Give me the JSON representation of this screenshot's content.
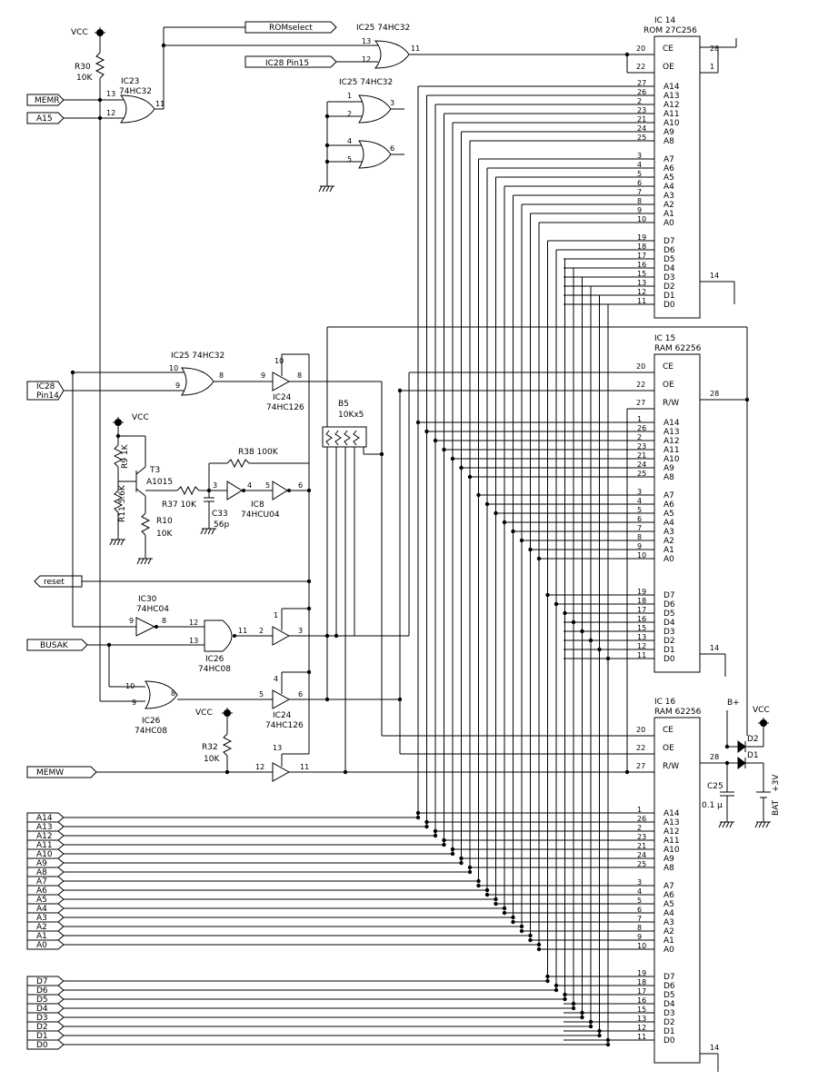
{
  "chips": {
    "ic14": {
      "name": "IC 14",
      "part": "ROM 27C256"
    },
    "ic15": {
      "name": "IC 15",
      "part": "RAM 62256"
    },
    "ic16": {
      "name": "IC 16",
      "part": "RAM 62256"
    }
  },
  "addr_pins": [
    {
      "pin": "27",
      "label": "A14"
    },
    {
      "pin": "26",
      "label": "A13"
    },
    {
      "pin": "2",
      "label": "A12"
    },
    {
      "pin": "23",
      "label": "A11"
    },
    {
      "pin": "21",
      "label": "A10"
    },
    {
      "pin": "24",
      "label": "A9"
    },
    {
      "pin": "25",
      "label": "A8"
    }
  ],
  "addr_pins_ram": [
    {
      "pin": "1",
      "label": "A14"
    },
    {
      "pin": "26",
      "label": "A13"
    },
    {
      "pin": "2",
      "label": "A12"
    },
    {
      "pin": "23",
      "label": "A11"
    },
    {
      "pin": "21",
      "label": "A10"
    },
    {
      "pin": "24",
      "label": "A9"
    },
    {
      "pin": "25",
      "label": "A8"
    }
  ],
  "addr_low_pins": [
    {
      "pin": "3",
      "label": "A7"
    },
    {
      "pin": "4",
      "label": "A6"
    },
    {
      "pin": "5",
      "label": "A5"
    },
    {
      "pin": "6",
      "label": "A4"
    },
    {
      "pin": "7",
      "label": "A3"
    },
    {
      "pin": "8",
      "label": "A2"
    },
    {
      "pin": "9",
      "label": "A1"
    },
    {
      "pin": "10",
      "label": "A0"
    }
  ],
  "data_pins": [
    {
      "pin": "19",
      "label": "D7"
    },
    {
      "pin": "18",
      "label": "D6"
    },
    {
      "pin": "17",
      "label": "D5"
    },
    {
      "pin": "16",
      "label": "D4"
    },
    {
      "pin": "15",
      "label": "D3"
    },
    {
      "pin": "13",
      "label": "D2"
    },
    {
      "pin": "12",
      "label": "D1"
    },
    {
      "pin": "11",
      "label": "D0"
    }
  ],
  "ctrl": {
    "ce": "CE",
    "oe": "OE",
    "rw": "R/W",
    "rom_ce_pin": "20",
    "rom_oe_pin": "22",
    "rom_vcc_pin": "28",
    "rom_pin1": "1",
    "gnd_pin": "14",
    "ram_ce_pin": "20",
    "ram_oe_pin": "22",
    "ram_rw_pin": "27",
    "ram_vcc_pin": "28"
  },
  "bus_addr": [
    "A14",
    "A13",
    "A12",
    "A11",
    "A10",
    "A9",
    "A8",
    "A7",
    "A6",
    "A5",
    "A4",
    "A3",
    "A2",
    "A1",
    "A0"
  ],
  "bus_data": [
    "D7",
    "D6",
    "D5",
    "D4",
    "D3",
    "D2",
    "D1",
    "D0"
  ],
  "signals": {
    "romselect": "ROMselect",
    "ic28_pin15": "IC28 Pin15",
    "memr": "MEMR",
    "a15": "A15",
    "ic28_pin14_a": "IC28",
    "ic28_pin14_b": "Pin14",
    "reset": "reset",
    "busak": "BUSAK",
    "memw": "MEMW"
  },
  "labels": {
    "vcc": "VCC",
    "r30": "R30",
    "r30v": "10K",
    "ic23": "IC23",
    "ic23p": "74HC32",
    "ic25": "IC25  74HC32",
    "ic25b": "IC25  74HC32",
    "ic25c": "IC25  74HC32",
    "ic24": "IC24",
    "ic24p": "74HC126",
    "ic24b": "IC24",
    "ic24bp": "74HC126",
    "b5": "B5",
    "b5v": "10Kx5",
    "r9": "R9 1K",
    "r11": "R11 5.6K",
    "t3": "T3",
    "t3p": "A1015",
    "r10": "R10",
    "r10v": "10K",
    "r37": "R37 10K",
    "c33": "C33",
    "c33v": "56p",
    "r38": "R38 100K",
    "ic8": "IC8",
    "ic8p": "74HCU04",
    "ic30": "IC30",
    "ic30p": "74HC04",
    "ic26": "IC26",
    "ic26p": "74HC08",
    "ic26b": "IC26",
    "ic26bp": "74HC08",
    "r32": "R32",
    "r32v": "10K",
    "bplus": "B+",
    "d2": "D2",
    "d1": "D1",
    "c25": "C25",
    "c25v": "0.1 μ",
    "bat": "BAT",
    "batv": "+3V"
  },
  "pins": {
    "p13": "13",
    "p12": "12",
    "p11": "11",
    "p1": "1",
    "p2": "2",
    "p3": "3",
    "p4": "4",
    "p5": "5",
    "p6": "6",
    "p8": "8",
    "p9": "9",
    "p10": "10",
    "p14": "14",
    "p28": "28",
    "p20": "20",
    "p22": "22",
    "p27": "27"
  }
}
